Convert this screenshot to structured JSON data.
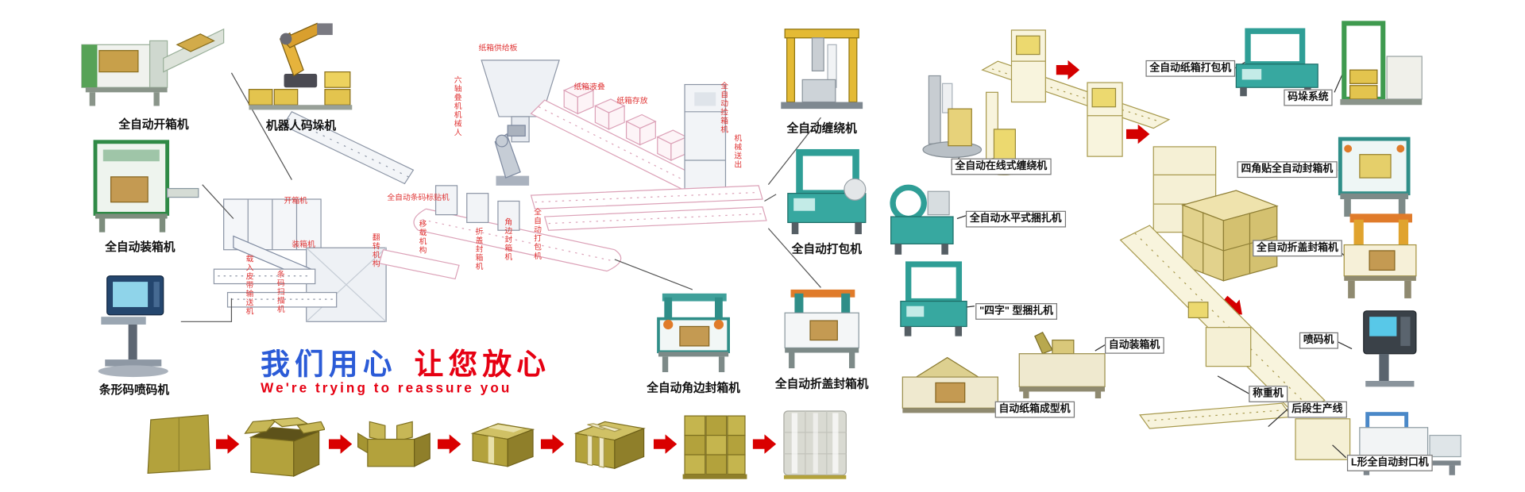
{
  "colors": {
    "slogan_blue": "#2b5bd7",
    "slogan_red": "#e60012",
    "arrow_red": "#d90000",
    "diagram_pink": "#dca2b8",
    "diagram_khaki": "#a89a4e",
    "carton_gold": "#b3a23c",
    "machine_teal": "#2f9e96"
  },
  "slogan": {
    "cn_blue": "我们用心",
    "cn_red": "让您放心",
    "en": "We're trying to reassure you"
  },
  "left_machines": [
    {
      "label": "全自动开箱机"
    },
    {
      "label": "机器人码垛机"
    },
    {
      "label": "全自动装箱机"
    },
    {
      "label": "条形码喷码机"
    }
  ],
  "center_machines": [
    {
      "label": "全自动缠绕机"
    },
    {
      "label": "全自动打包机"
    },
    {
      "label": "全自动角边封箱机"
    },
    {
      "label": "全自动折盖封箱机"
    }
  ],
  "center_diagram_labels": [
    {
      "text": "纸箱供给板"
    },
    {
      "text": "六轴叠机机械人"
    },
    {
      "text": "纸箱液叠"
    },
    {
      "text": "纸箱存放"
    },
    {
      "text": "全自动捡箱机"
    },
    {
      "text": "机械送出"
    },
    {
      "text": "开箱机"
    },
    {
      "text": "装箱机"
    },
    {
      "text": "载入皮带输送机"
    },
    {
      "text": "条码扫描机"
    },
    {
      "text": "翻转机构"
    },
    {
      "text": "移载机构"
    },
    {
      "text": "全自动条码标贴机"
    },
    {
      "text": "折盖封箱机"
    },
    {
      "text": "角边封箱机"
    },
    {
      "text": "全自动打包机"
    }
  ],
  "right_labels": [
    {
      "text": "全自动纸箱打包机"
    },
    {
      "text": "码垛系统"
    },
    {
      "text": "四角贴全自动封箱机"
    },
    {
      "text": "全自动折盖封箱机"
    },
    {
      "text": "喷码机"
    },
    {
      "text": "全自动在线式缠绕机"
    },
    {
      "text": "全自动水平式捆扎机"
    },
    {
      "text": "\"四字\" 型捆扎机"
    },
    {
      "text": "自动装箱机"
    },
    {
      "text": "自动纸箱成型机"
    },
    {
      "text": "称重机"
    },
    {
      "text": "后段生产线"
    },
    {
      "text": "L形全自动封口机"
    }
  ],
  "process_steps": [
    {
      "icon": "carton-blank-icon"
    },
    {
      "icon": "carton-opened-icon"
    },
    {
      "icon": "carton-flaps-icon"
    },
    {
      "icon": "carton-sealed-icon"
    },
    {
      "icon": "carton-strapped-icon"
    },
    {
      "icon": "carton-palletized-icon"
    },
    {
      "icon": "pallet-wrapped-icon"
    }
  ]
}
